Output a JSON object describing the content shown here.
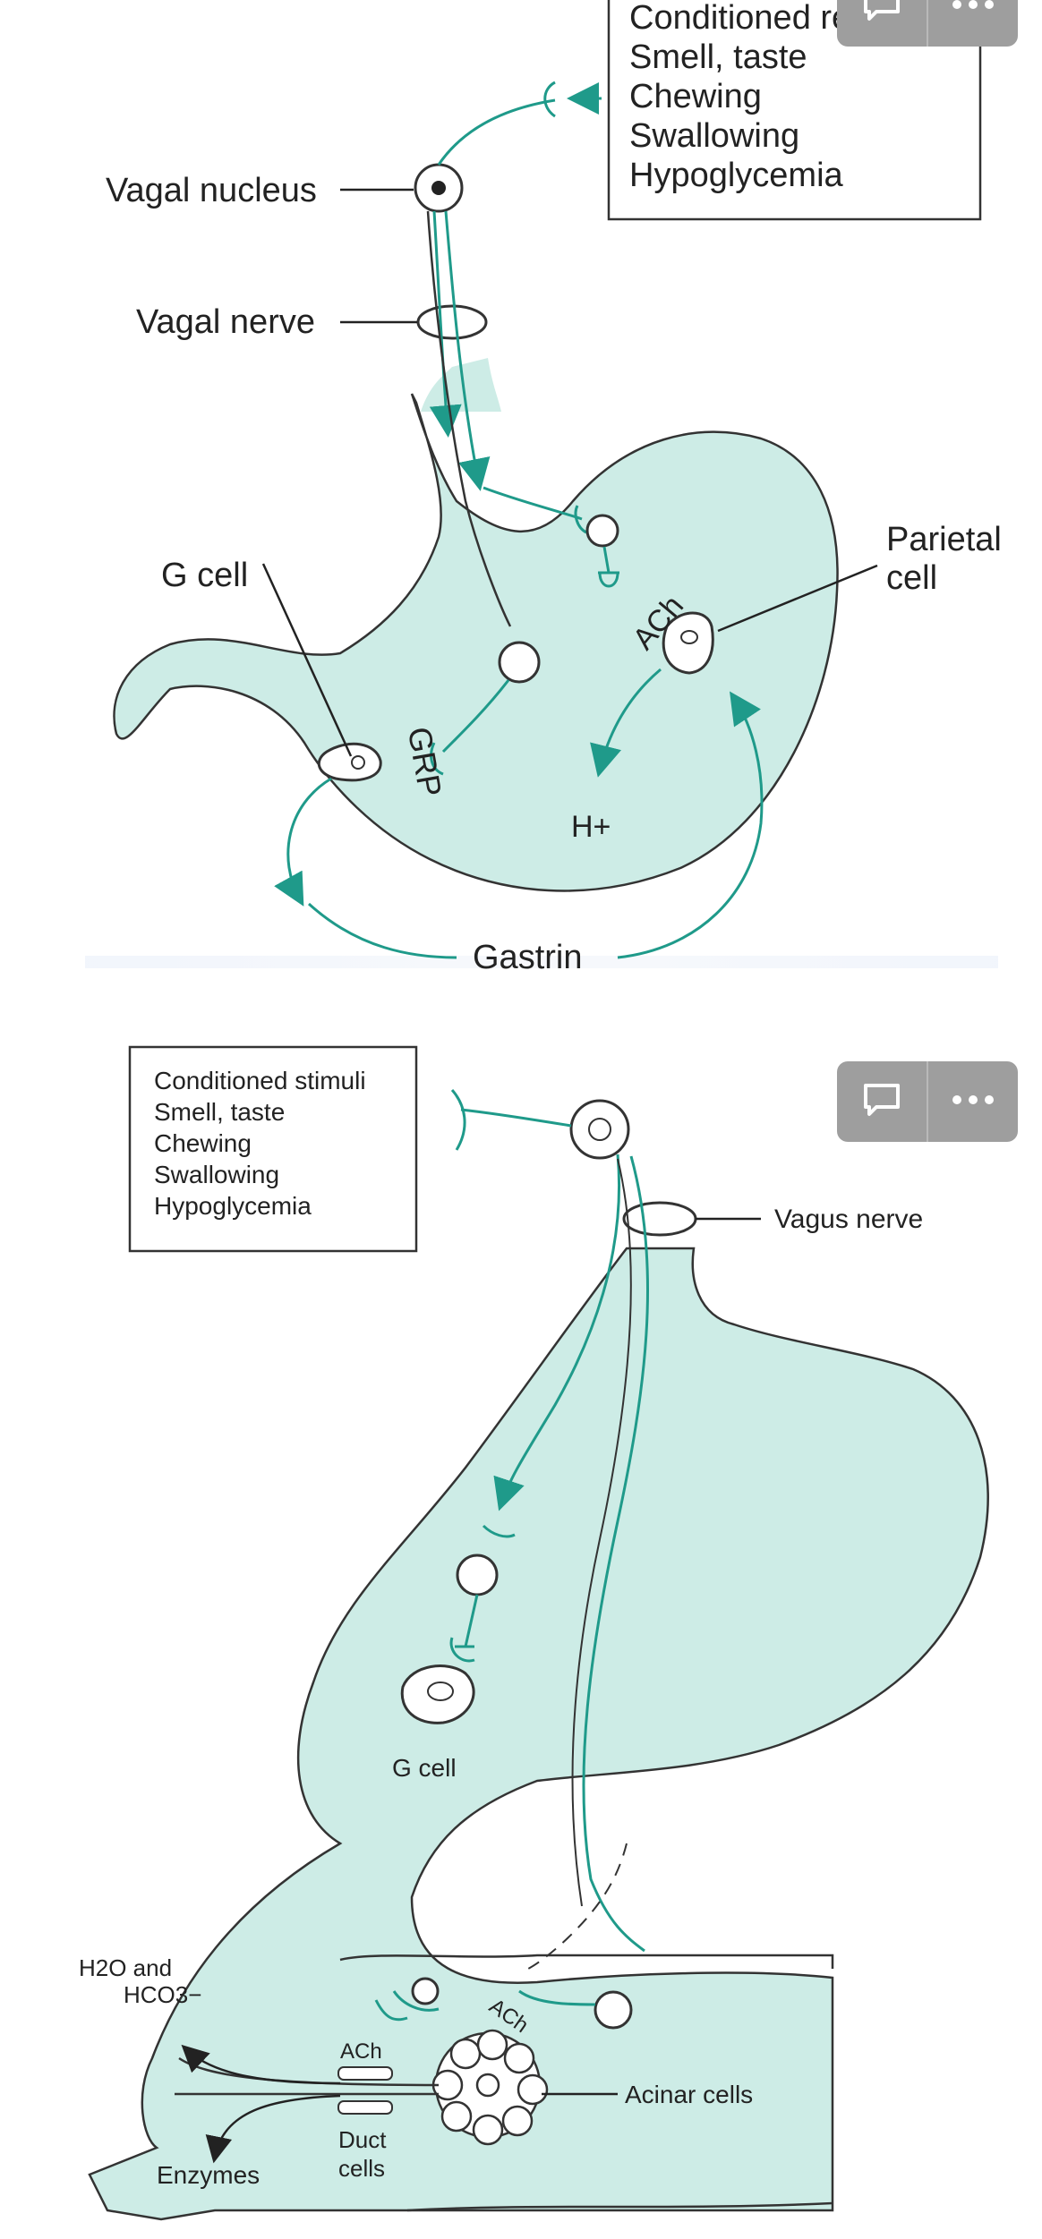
{
  "figure1": {
    "box_lines": [
      "Conditioned reflexes",
      "Smell, taste",
      "Chewing",
      "Swallowing",
      "Hypoglycemia"
    ],
    "vagal_nucleus": "Vagal nucleus",
    "vagal_nerve": "Vagal nerve",
    "g_cell": "G cell",
    "parietal_cell_line1": "Parietal",
    "parietal_cell_line2": "cell",
    "ach": "ACh",
    "grp": "GRP",
    "h_plus": "H+",
    "gastrin": "Gastrin"
  },
  "figure2": {
    "box_lines": [
      "Conditioned stimuli",
      "Smell, taste",
      "Chewing",
      "Swallowing",
      "Hypoglycemia"
    ],
    "vagus_nerve": "Vagus nerve",
    "g_cell": "G cell",
    "h2o_and": "H2O and",
    "hco3": "HCO3−",
    "ach_left": "ACh",
    "ach_right": "ACh",
    "duct_line1": "Duct",
    "duct_line2": "cells",
    "enzymes": "Enzymes",
    "acinar_cells": "Acinar cells"
  },
  "ui": {
    "comment_icon": "speech-bubble-icon",
    "more_icon": "more-dots-icon",
    "accent_fill": "#cdece6",
    "accent_line": "#1f9a8a"
  }
}
